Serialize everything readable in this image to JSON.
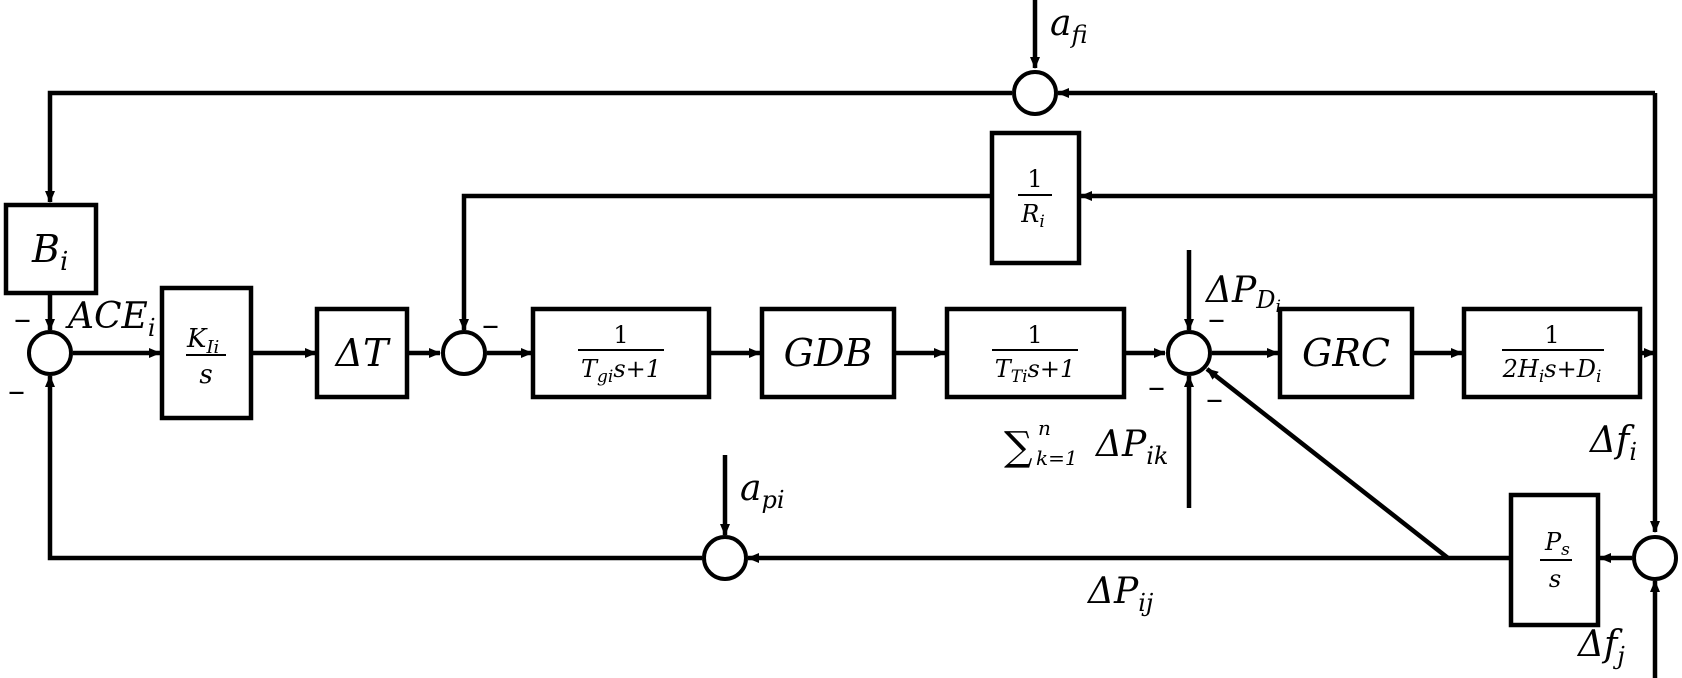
{
  "blocks": {
    "B": {
      "main": "B",
      "sub": "i"
    },
    "KI": {
      "num_main": "K",
      "num_sub": "Ii",
      "den": "s"
    },
    "DT": {
      "text": "ΔT"
    },
    "Tg": {
      "num": "1",
      "den_main": "T",
      "den_sub": "gi",
      "den_tail": "s+1"
    },
    "GDB": {
      "text": "GDB"
    },
    "TT": {
      "num": "1",
      "den_main": "T",
      "den_sub": "Ti",
      "den_tail": "s+1"
    },
    "GRC": {
      "text": "GRC"
    },
    "H": {
      "num": "1",
      "den_a": "2H",
      "den_a_sub": "i",
      "den_b": "s+D",
      "den_b_sub": "i"
    },
    "R": {
      "num": "1",
      "den_main": "R",
      "den_sub": "i"
    },
    "Ps": {
      "num_main": "P",
      "num_sub": "s",
      "den": "s"
    }
  },
  "labels": {
    "afi": {
      "main": "a",
      "sub": "fi"
    },
    "api": {
      "main": "a",
      "sub": "pi"
    },
    "ace": {
      "main": "ACE",
      "sub": "i"
    },
    "dpd": {
      "main": "ΔP",
      "sub": "D",
      "subsub": "i"
    },
    "sum": {
      "sigma": "∑",
      "upper": "n",
      "lower": "k=1",
      "main": "ΔP",
      "sub": "ik"
    },
    "dfi": {
      "main": "Δf",
      "sub": "i"
    },
    "dfj": {
      "main": "Δf",
      "sub": "j"
    },
    "dpij": {
      "main": "ΔP",
      "sub": "ij"
    }
  },
  "signs": {
    "minus": "–"
  }
}
